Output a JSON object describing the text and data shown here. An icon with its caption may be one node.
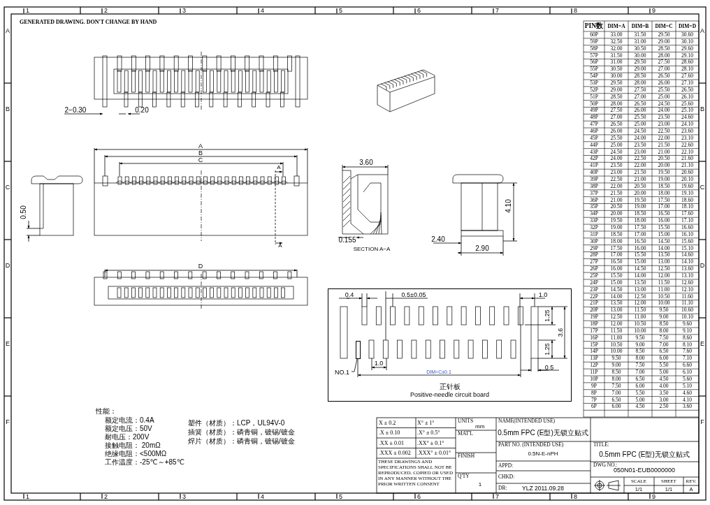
{
  "diagram": {
    "nodes": [
      {
        "text": [
          "正针板",
          "Positive-needle circuit board"
        ]
      },
      {
        "text": [
          "NO.1"
        ],
        "in": 0
      },
      {
        "text": [],
        "shape": "box",
        "in": 0
      }
    ],
    "edges": [
      {
        "from": 1,
        "to": 2,
        "arrow": "none"
      }
    ],
    "labels": [
      "1",
      "2",
      "3",
      "4",
      "5",
      "6",
      "7",
      "8",
      "9",
      "A",
      "B",
      "C",
      "D",
      "E",
      "F",
      "A",
      "B",
      "C",
      "D",
      "E",
      "F",
      "1",
      "2",
      "3",
      "4",
      "5",
      "6",
      "7",
      "8",
      "9",
      "GENERATED DRAWING. DON'T CHANGE BY HAND",
      "2−0.30",
      "0.20",
      "A",
      "B",
      "C",
      "A",
      "0.50",
      "A",
      "3.60",
      "4.10",
      "0.155",
      "SECTION A−A",
      "2.40",
      "2.90",
      "D",
      "0.4",
      "0.5±0.05",
      "1.0",
      "1.25",
      "3.6",
      "1.25",
      "1.0",
      "DIM=C±0.1",
      "0.5",
      "性能：",
      "额定电流：0.4A",
      "额定电压：50V",
      "耐电压：200V",
      "接触电阻： 20mΩ",
      "绝缘电阻：<500MΩ",
      "工作温度：-25℃～+85℃",
      "塑件（材质）：LCP，UL94V-0",
      "插簧（材质）：磷青铜，镀锡/镀金",
      "焊片（材质）：磷青铜，镀锡/镀金",
      "X ± 0.2",
      "X° ± 1°",
      "UNITS",
      "mm",
      "NAME(INTENDED USE)",
      ".X ± 0.10",
      ".X° ± 0.5°",
      "MAT'L",
      "0.5mm FPC (E型)无锁立贴式",
      ".XX ± 0.01",
      ".XX° ± 0.1°",
      "PART NO. (INTENDED USE)",
      "TITLE:",
      "0.5N-E-nPH",
      "0.5mm FPC (E型)无锁立贴式",
      ".XXX ± 0.002",
      ".XXX° ± 0.01°",
      "FINISH",
      "APPD:",
      "DWG NO.:",
      "050N01-EUB0000000",
      "THESE DRAWINGS AND SPECIFICATIONS SHALL NOT BE REPRODUCED. COPIED OR USED IN ANY MANNER WITHOUT THE PRIOR WRITTEN CONSENT",
      "Q'TY",
      "1",
      "CHKD:",
      "DR:",
      "YLZ 2011.09.28",
      "SCALE",
      "SHEET",
      "REV.",
      "1/1",
      "1/1",
      "A",
      "PIN数",
      "DIM=A",
      "DIM=B",
      "DIM=C",
      "DIM=D",
      "60P",
      "33.00",
      "31.50",
      "29.50",
      "30.60",
      "59P",
      "32.50",
      "31.00",
      "29.00",
      "30.10",
      "58P",
      "32.00",
      "30.50",
      "28.50",
      "29.60",
      "57P",
      "31.50",
      "30.00",
      "28.00",
      "29.10",
      "56P",
      "31.00",
      "29.50",
      "27.50",
      "28.60",
      "55P",
      "30.50",
      "29.00",
      "27.00",
      "28.10",
      "54P",
      "30.00",
      "28.50",
      "26.50",
      "27.60",
      "53P",
      "29.50",
      "28.00",
      "26.00",
      "27.10",
      "52P",
      "29.00",
      "27.50",
      "25.50",
      "26.50",
      "51P",
      "28.50",
      "27.00",
      "25.00",
      "26.10",
      "50P",
      "28.00",
      "26.50",
      "24.50",
      "25.60",
      "49P",
      "27.50",
      "26.00",
      "24.00",
      "25.10",
      "48P",
      "27.00",
      "25.50",
      "23.50",
      "24.60",
      "47P",
      "26.50",
      "25.00",
      "23.00",
      "24.10",
      "46P",
      "26.00",
      "24.50",
      "22.50",
      "23.60",
      "45P",
      "25.50",
      "24.00",
      "22.00",
      "23.10",
      "44P",
      "25.00",
      "23.50",
      "21.50",
      "22.60",
      "43P",
      "24.50",
      "23.00",
      "21.00",
      "22.10",
      "42P",
      "24.00",
      "22.50",
      "20.50",
      "21.60",
      "41P",
      "23.50",
      "22.00",
      "20.00",
      "21.10",
      "40P",
      "23.00",
      "21.50",
      "19.50",
      "20.60",
      "39P",
      "22.50",
      "21.00",
      "19.00",
      "20.10",
      "38P",
      "22.00",
      "20.50",
      "18.50",
      "19.60",
      "37P",
      "21.50",
      "20.00",
      "18.00",
      "19.10",
      "36P",
      "21.00",
      "19.50",
      "17.50",
      "18.60",
      "35P",
      "20.50",
      "19.00",
      "17.00",
      "18.10",
      "34P",
      "20.00",
      "18.50",
      "16.50",
      "17.60",
      "33P",
      "19.50",
      "18.00",
      "16.00",
      "17.10",
      "32P",
      "19.00",
      "17.50",
      "15.50",
      "16.60",
      "31P",
      "18.50",
      "17.00",
      "15.00",
      "16.10",
      "30P",
      "18.00",
      "16.50",
      "14.50",
      "15.60",
      "29P",
      "17.50",
      "16.00",
      "14.00",
      "15.10",
      "28P",
      "17.00",
      "15.50",
      "13.50",
      "14.60",
      "27P",
      "16.50",
      "15.00",
      "13.00",
      "14.10",
      "26P",
      "16.00",
      "14.50",
      "12.50",
      "13.60",
      "25P",
      "15.50",
      "14.00",
      "12.00",
      "13.10",
      "24P",
      "15.00",
      "13.50",
      "11.50",
      "12.60",
      "23P",
      "14.50",
      "13.00",
      "11.00",
      "12.10",
      "22P",
      "14.00",
      "12.50",
      "10.50",
      "11.60",
      "21P",
      "13.50",
      "12.00",
      "10.00",
      "11.10",
      "20P",
      "13.00",
      "11.50",
      "9.50",
      "10.60",
      "19P",
      "12.50",
      "11.00",
      "9.00",
      "10.10",
      "18P",
      "12.00",
      "10.50",
      "8.50",
      "9.60",
      "17P",
      "11.50",
      "10.00",
      "8.00",
      "9.10",
      "16P",
      "11.00",
      "9.50",
      "7.50",
      "8.60",
      "15P",
      "10.50",
      "9.00",
      "7.00",
      "8.10",
      "14P",
      "10.00",
      "8.50",
      "6.50",
      "7.60",
      "13P",
      "9.50",
      "8.00",
      "6.00",
      "7.10",
      "12P",
      "9.00",
      "7.50",
      "5.50",
      "6.60",
      "11P",
      "8.50",
      "7.00",
      "5.00",
      "6.10",
      "10P",
      "8.00",
      "6.50",
      "4.50",
      "5.60",
      "9P",
      "7.50",
      "6.00",
      "4.00",
      "5.10",
      "8P",
      "7.00",
      "5.50",
      "3.50",
      "4.60",
      "7P",
      "6.50",
      "5.00",
      "3.00",
      "4.10",
      "6P",
      "6.00",
      "4.50",
      "2.50",
      "3.60"
    ]
  }
}
